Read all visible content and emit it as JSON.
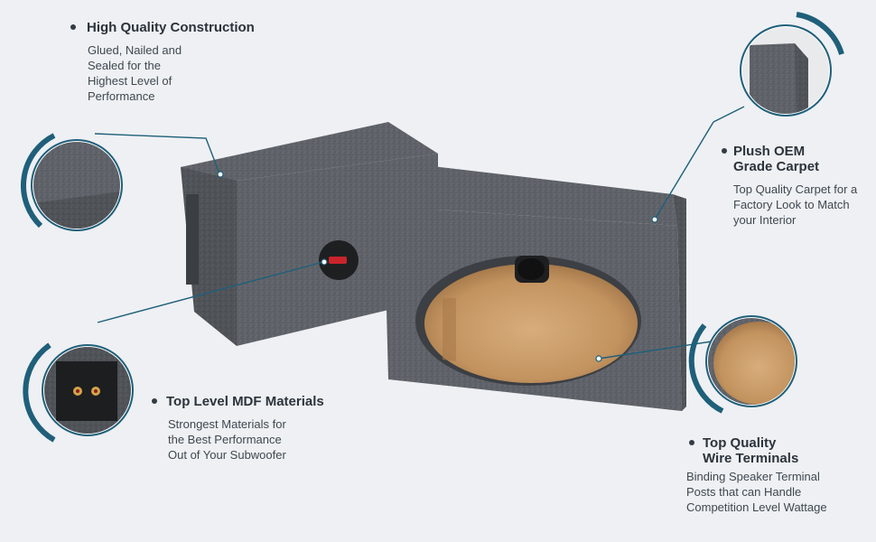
{
  "callouts": [
    {
      "title": "High Quality Construction",
      "desc": "Glued, Nailed and\nSealed for the\nHighest Level of\nPerformance"
    },
    {
      "title": "Plush OEM\nGrade Carpet",
      "desc": "Top Quality Carpet for a\nFactory Look to Match\nyour Interior"
    },
    {
      "title": "Top Level MDF Materials",
      "desc": "Strongest Materials for\nthe Best Performance\nOut of  Your Subwoofer"
    },
    {
      "title": "Top Quality\nWire Terminals",
      "desc": "Binding Speaker Terminal\nPosts that can Handle\nCompetition Level Wattage"
    }
  ],
  "colors": {
    "accent_teal": "#1f5f7a",
    "carpet_gray": "#5d6167",
    "mdf_wood": "#c79a68",
    "background": "#eef0f3"
  },
  "icons": [
    "ring-zoom-icon",
    "bullet-dot-icon"
  ]
}
